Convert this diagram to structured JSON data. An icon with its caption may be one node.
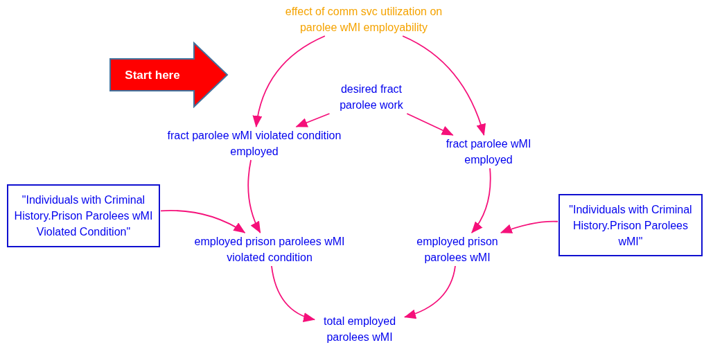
{
  "diagram": {
    "nodes": [
      {
        "text": [
          "effect of comm svc utilization on parolee wMI employability"
        ]
      },
      {
        "text": [
          "Start here"
        ]
      },
      {
        "text": [
          "desired fract parolee work"
        ]
      },
      {
        "text": [
          "fract parolee wMI violated condition employed"
        ]
      },
      {
        "text": [
          "fract parolee wMI employed"
        ]
      },
      {
        "text": [
          "\"Individuals with Criminal History.Prison Parolees wMI Violated Condition\""
        ]
      },
      {
        "text": [
          "employed prison parolees wMI violated condition"
        ]
      },
      {
        "text": [
          "employed prison parolees wMI"
        ]
      },
      {
        "text": [
          "\"Individuals with Criminal History.Prison Parolees wMI\""
        ]
      },
      {
        "text": [
          "total employed parolees wMI"
        ]
      }
    ],
    "edges": [
      {
        "from": 0,
        "to": 3,
        "arrow": "to"
      },
      {
        "from": 0,
        "to": 4,
        "arrow": "to"
      },
      {
        "from": 2,
        "to": 3,
        "arrow": "to"
      },
      {
        "from": 2,
        "to": 4,
        "arrow": "to"
      },
      {
        "from": 3,
        "to": 6,
        "arrow": "to"
      },
      {
        "from": 5,
        "to": 6,
        "arrow": "to"
      },
      {
        "from": 4,
        "to": 7,
        "arrow": "to"
      },
      {
        "from": 8,
        "to": 7,
        "arrow": "to"
      },
      {
        "from": 6,
        "to": 9,
        "arrow": "to"
      },
      {
        "from": 7,
        "to": 9,
        "arrow": "to"
      }
    ]
  }
}
